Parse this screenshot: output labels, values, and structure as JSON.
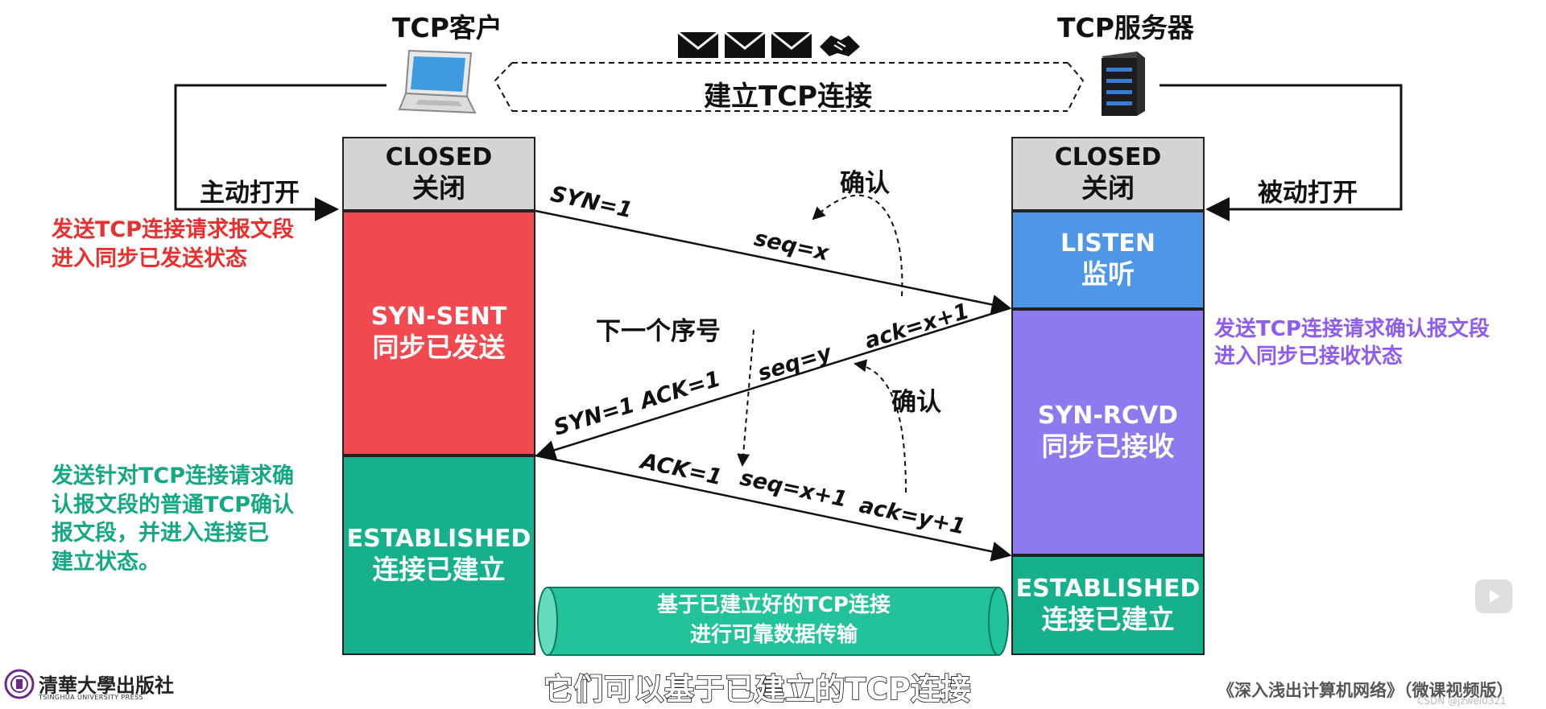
{
  "header": {
    "client_title": "TCP客户",
    "server_title": "TCP服务器",
    "connect_label": "建立TCP连接"
  },
  "client": {
    "open_label": "主动打开",
    "states": [
      {
        "en": "CLOSED",
        "zh": "关闭"
      },
      {
        "en": "SYN-SENT",
        "zh": "同步已发送"
      },
      {
        "en": "ESTABLISHED",
        "zh": "连接已建立"
      }
    ],
    "note_send": [
      "发送TCP连接请求报文段",
      "进入同步已发送状态"
    ],
    "note_ack": [
      "发送针对TCP连接请求确",
      "认报文段的普通TCP确认",
      "报文段，并进入连接已",
      "建立状态。"
    ]
  },
  "server": {
    "open_label": "被动打开",
    "states": [
      {
        "en": "CLOSED",
        "zh": "关闭"
      },
      {
        "en": "LISTEN",
        "zh": "监听"
      },
      {
        "en": "SYN-RCVD",
        "zh": "同步已接收"
      },
      {
        "en": "ESTABLISHED",
        "zh": "连接已建立"
      }
    ],
    "note_send": [
      "发送TCP连接请求确认报文段",
      "进入同步已接收状态"
    ]
  },
  "messages": {
    "m1_flag": "SYN=1",
    "m1_seq": "seq=x",
    "m2_flag": "SYN=1  ACK=1",
    "m2_seq": "seq=y",
    "m2_ack": "ack=x+1",
    "m3_flag": "ACK=1",
    "m3_seq": "seq=x+1",
    "m3_ack": "ack=y+1",
    "confirm_1": "确认",
    "confirm_2": "确认",
    "next_seq": "下一个序号"
  },
  "transfer": [
    "基于已建立好的TCP连接",
    "进行可靠数据传输"
  ],
  "footer": {
    "publisher": "清華大學出版社",
    "publisher_en": "TSINGHUA UNIVERSITY PRESS",
    "subtitle": "它们可以基于已建立的TCP连接",
    "book": "《深入浅出计算机网络》（微课视频版）",
    "watermark": "CSDN @jzwei0321"
  },
  "colors": {
    "closed": "#d4d4d4",
    "syn_sent": "#f04a50",
    "established": "#16b18c",
    "listen": "#4d97e6",
    "syn_rcvd": "#8e79ee",
    "note_red": "#e8302f",
    "note_teal": "#15a884",
    "note_purple": "#8e5cf0"
  }
}
